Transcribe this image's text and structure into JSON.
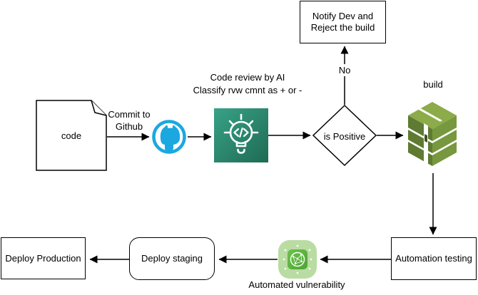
{
  "colors": {
    "background": "#FFFFFF",
    "stroke": "#000000",
    "github_blue": "#1BA8E0",
    "codereview_teal_light": "#38A287",
    "codereview_teal_dark": "#1E6B53",
    "build_top": "#8CAB49",
    "build_left": "#5E7A33",
    "build_right": "#77983E",
    "build_shadow": "#3F5420",
    "inspector_outer": "#B9DCA2",
    "inspector_inner_light": "#6CC24A",
    "inspector_inner_dark": "#4EA437"
  },
  "diagram": {
    "code_label": "code",
    "commit_label": "Commit to Github",
    "review_caption_line1": "Code review by AI",
    "review_caption_line2": "Classify rvw cmnt as + or -",
    "decision_label": "is Positive",
    "no_label": "No",
    "notify_label": "Notify Dev and Reject the build",
    "build_label": "build",
    "automation_label": "Automation testing",
    "vulnerability_label": "Automated vulnerability",
    "staging_label": "Deploy staging",
    "production_label": "Deploy Production",
    "icons": {
      "github": "github-octocat-icon",
      "code_review": "lightbulb-code-icon",
      "build": "codebuild-cube-icon",
      "vulnerability": "inspector-scan-icon"
    }
  }
}
